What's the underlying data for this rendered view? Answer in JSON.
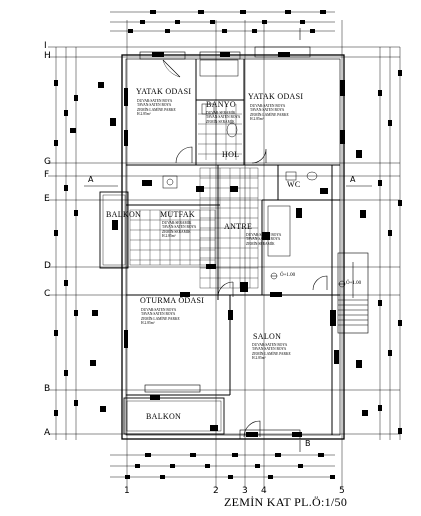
{
  "drawing": {
    "title": "ZEMİN KAT PL.Ö:1/50",
    "section_mark_left": "A",
    "section_mark_right": "A",
    "section_mark_bottom": "B"
  },
  "grid_axes": {
    "rows": [
      "I",
      "H",
      "G",
      "F",
      "E",
      "D",
      "C",
      "B",
      "A"
    ],
    "columns": [
      "1",
      "2",
      "3",
      "4",
      "5"
    ]
  },
  "rooms": {
    "yatak_1": {
      "name": "YATAK ODASI",
      "spec": "DUVAR:SATEN BOYA\nTAVAN:SATEN BOYA\nZEMİN:LAMİNE PARKE\nH.2.85m²"
    },
    "banyo": {
      "name": "BANYO",
      "spec": "DUVAR:SERAMİK\nTAVAN:SATEN BOYA\nZEMİN:SERAMİK"
    },
    "yatak_2": {
      "name": "YATAK ODASI",
      "spec": "DUVAR:SATEN BOYA\nTAVAN:SATEN BOYA\nZEMİN:LAMİNE PARKE\nH.2.85m²"
    },
    "hol": {
      "name": "HOL"
    },
    "wc": {
      "name": "WC"
    },
    "balkon_1": {
      "name": "BALKON"
    },
    "mutfak": {
      "name": "MUTFAK",
      "spec": "DUVAR:SERAMİK\nTAVAN:SATEN BOYA\nZEMİN:SERAMİK\nH.2.85m²"
    },
    "antre": {
      "name": "ANTRE",
      "spec": "DUVAR:SATEN BOYA\nTAVAN:SATEN BOYA\nZEMİN:SERAMİK"
    },
    "oturma": {
      "name": "OTURMA ODASI",
      "spec": "DUVAR:SATEN BOYA\nTAVAN:SATEN BOYA\nZEMİN:LAMİNE PARKE\nH.2.85m²"
    },
    "salon": {
      "name": "SALON",
      "spec": "DUVAR:SATEN BOYA\nTAVAN:SATEN BOYA\nZEMİN:LAMİNE PARKE\nH.2.85m²"
    },
    "balkon_2": {
      "name": "BALKON"
    }
  },
  "elevations": {
    "entry": "Ö+1.00",
    "stair": "Ö+1.00"
  }
}
